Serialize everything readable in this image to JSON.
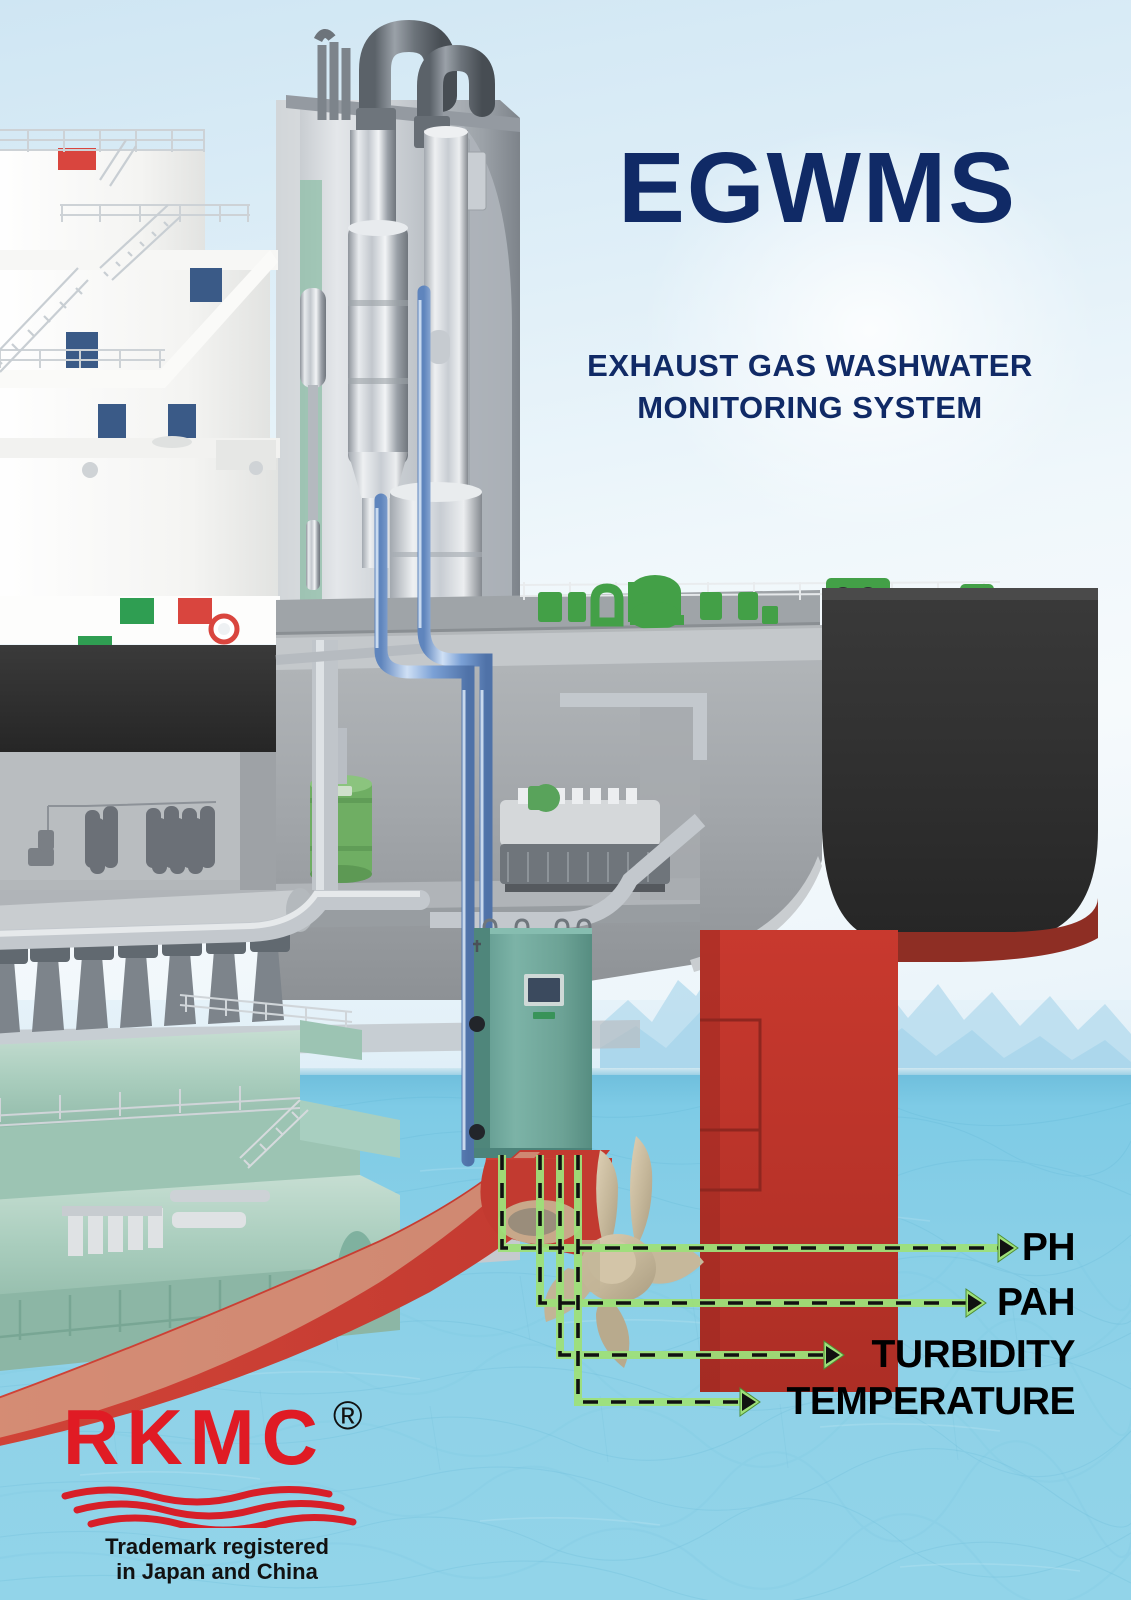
{
  "poster": {
    "title": "EGWMS",
    "subtitle_line1": "EXHAUST GAS WASHWATER",
    "subtitle_line2": "MONITORING SYSTEM",
    "title_color": "#102a66"
  },
  "scene": {
    "description": "Cutaway 3D illustration of a ship stern showing exhaust gas scrubber, engine room and monitoring cabinet",
    "sky_color": "#dcedf7",
    "sea_color": "#8fd2e8",
    "hull_black": "#2f2f2f",
    "antifouling_red": "#c0392b",
    "rudder_red": "#c0392b",
    "deck_machinery_green": "#4caf50",
    "engine_green": "#a8cfc0",
    "cabinet_teal": "#6fa79c",
    "pipe_blue": "#7fa8d8",
    "steel_grey": "#b9bec4"
  },
  "sensors": {
    "line_color": "#9ee07a",
    "dash_color": "#111111",
    "items": [
      {
        "label": "PH",
        "arrow": "arrow-right-icon"
      },
      {
        "label": "PAH",
        "arrow": "arrow-right-icon"
      },
      {
        "label": "TURBIDITY",
        "arrow": "arrow-right-icon"
      },
      {
        "label": "TEMPERATURE",
        "arrow": "arrow-right-icon"
      }
    ]
  },
  "logo": {
    "brand": "RKMC",
    "registered_mark": "®",
    "tagline_line1": "Trademark registered",
    "tagline_line2": "in Japan and China",
    "brand_color": "#e01b24"
  }
}
